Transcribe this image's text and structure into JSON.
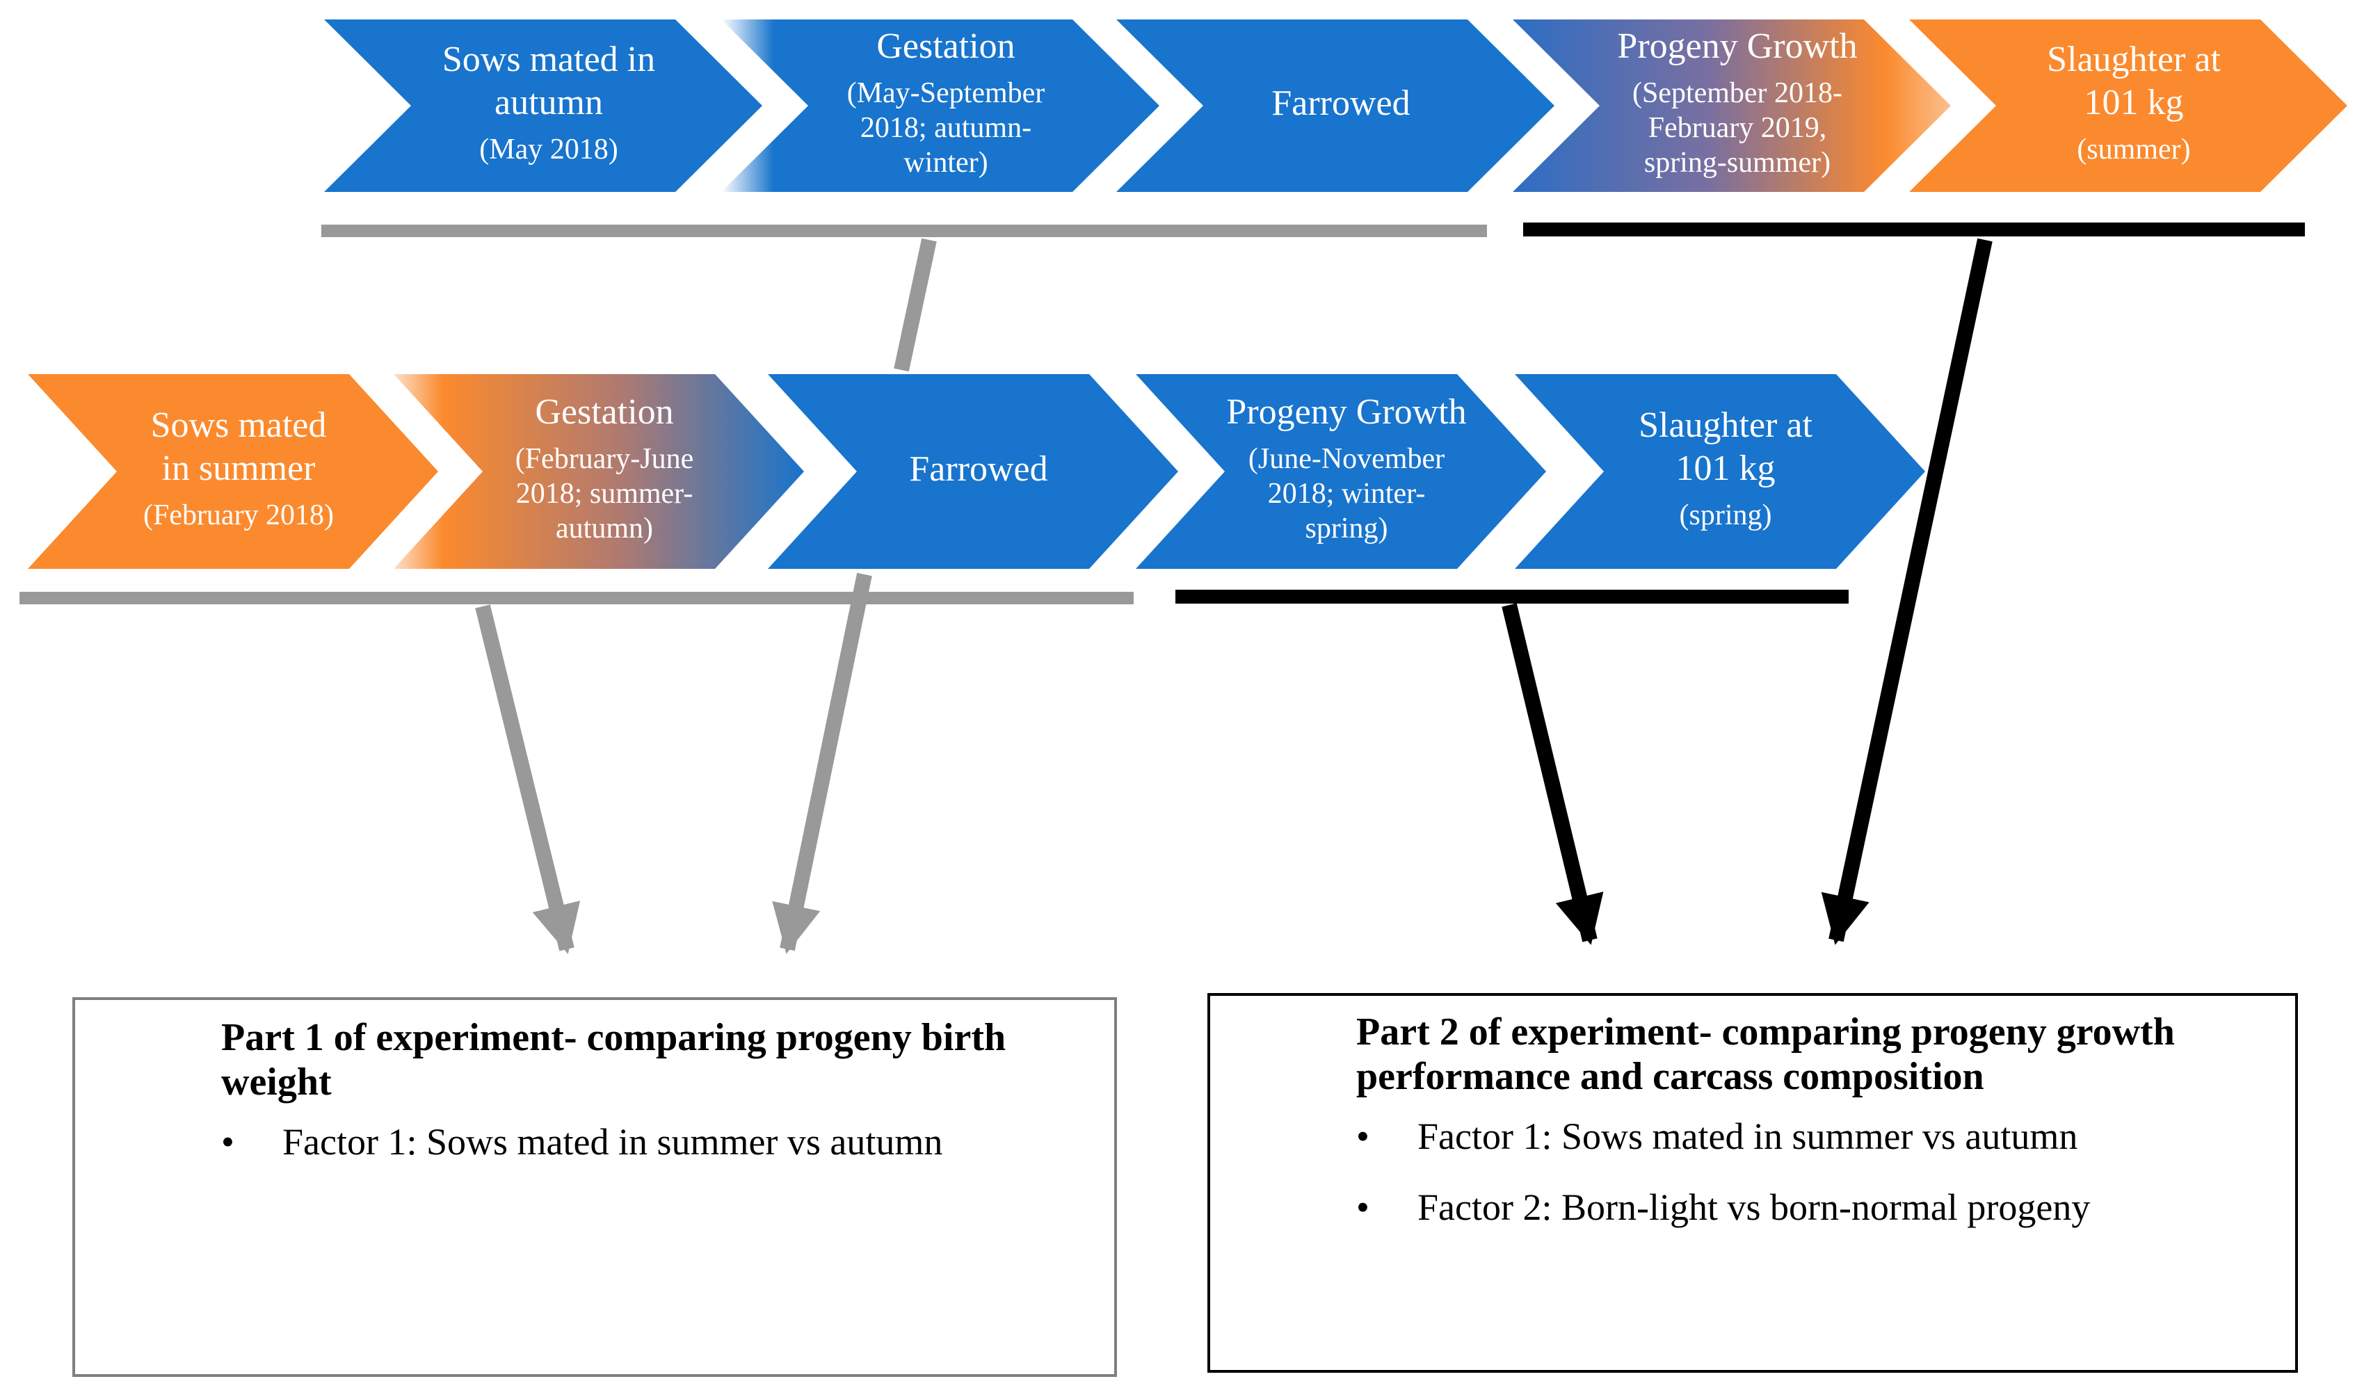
{
  "colors": {
    "blue": "#1874cd",
    "orange": "#fb8a2e",
    "grey_line": "#999999",
    "black_line": "#000000"
  },
  "top_row": [
    {
      "lines": [
        "Sows mated in",
        "autumn"
      ],
      "sub": [
        "(May 2018)"
      ],
      "fill": "blue"
    },
    {
      "lines": [
        "Gestation"
      ],
      "sub": [
        "(May-September",
        "2018; autumn-",
        "winter)"
      ],
      "fill": "blue-fade"
    },
    {
      "lines": [
        "Farrowed"
      ],
      "sub": [],
      "fill": "blue"
    },
    {
      "lines": [
        "Progeny Growth"
      ],
      "sub": [
        "(September 2018-",
        "February 2019,",
        "spring-summer)"
      ],
      "fill": "blue-orange"
    },
    {
      "lines": [
        "Slaughter at",
        "101 kg"
      ],
      "sub": [
        "(summer)"
      ],
      "fill": "orange"
    }
  ],
  "bottom_row": [
    {
      "lines": [
        "Sows mated",
        "in summer"
      ],
      "sub": [
        "(February 2018)"
      ],
      "fill": "orange"
    },
    {
      "lines": [
        "Gestation"
      ],
      "sub": [
        "(February-June",
        "2018; summer-",
        "autumn)"
      ],
      "fill": "orange-blue"
    },
    {
      "lines": [
        "Farrowed"
      ],
      "sub": [],
      "fill": "blue"
    },
    {
      "lines": [
        "Progeny Growth"
      ],
      "sub": [
        "(June-November",
        "2018; winter-",
        "spring)"
      ],
      "fill": "blue"
    },
    {
      "lines": [
        "Slaughter at",
        "101 kg"
      ],
      "sub": [
        "(spring)"
      ],
      "fill": "blue"
    }
  ],
  "part1": {
    "title_line1": "Part 1 of experiment- comparing progeny birth",
    "title_line2": "weight",
    "factors": [
      "Factor 1: Sows mated in summer vs autumn"
    ]
  },
  "part2": {
    "title_line1": "Part 2 of experiment- comparing progeny growth",
    "title_line2": "performance and carcass composition",
    "factors": [
      "Factor 1: Sows mated in summer vs autumn",
      "Factor 2: Born-light vs born-normal progeny"
    ]
  },
  "bullet": "•"
}
